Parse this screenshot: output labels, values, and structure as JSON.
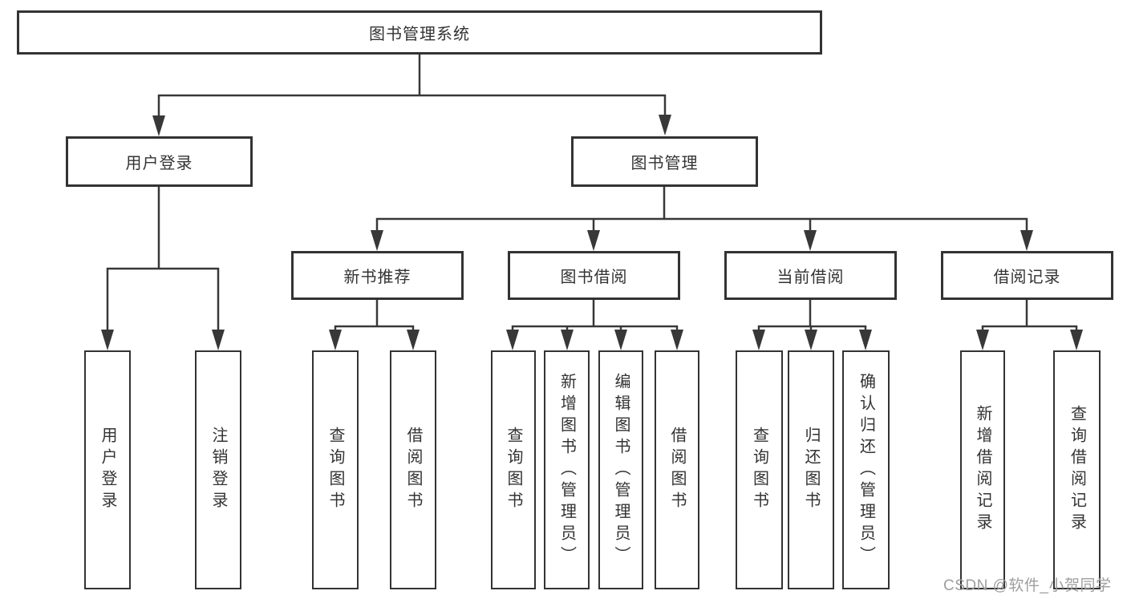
{
  "tree": {
    "root": "图书管理系统",
    "level2": [
      "用户登录",
      "图书管理"
    ],
    "level3": [
      "新书推荐",
      "图书借阅",
      "当前借阅",
      "借阅记录"
    ],
    "leaves": [
      "用户登录",
      "注销登录",
      "查询图书",
      "借阅图书",
      "查询图书",
      "新增图书（管理员）",
      "编辑图书（管理员）",
      "借阅图书",
      "查询图书",
      "归还图书",
      "确认归还（管理员）",
      "新增借阅记录",
      "查询借阅记录"
    ]
  },
  "watermark": {
    "text": "CSDN @软件_小贺同学"
  },
  "colors": {
    "line": "#383838",
    "box_border": "#333333",
    "text": "#333333",
    "watermark": "#9e9e9e",
    "background": "#ffffff"
  }
}
